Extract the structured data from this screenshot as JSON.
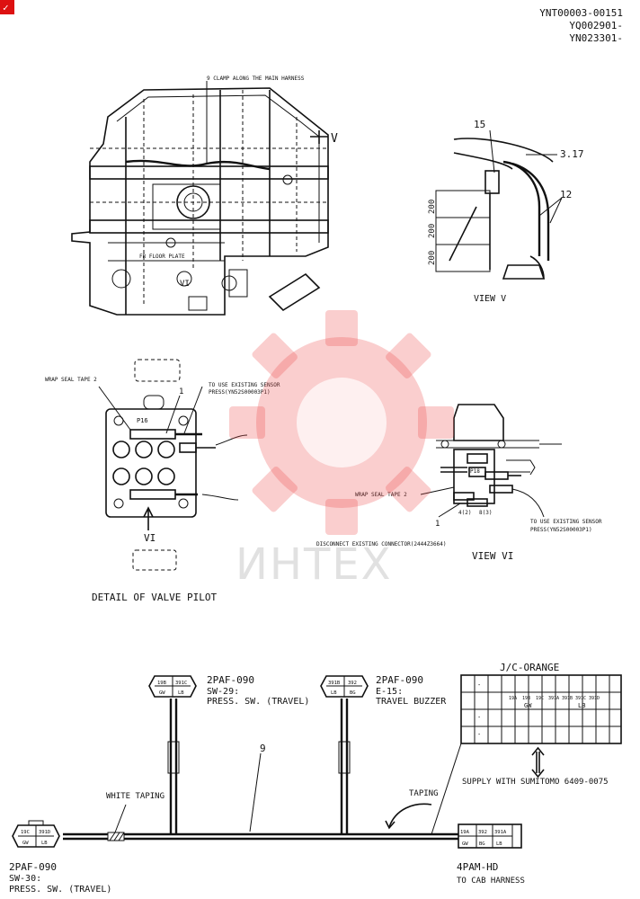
{
  "corner": {
    "mark": "✓"
  },
  "doc_ids": [
    "YNT00003-00151",
    "YQ002901-",
    "YN023301-"
  ],
  "top_view": {
    "callout_9": "9 CLAMP ALONG THE MAIN HARNESS",
    "v_marker": "V",
    "floor_plate": "FR FLOOR PLATE",
    "small_label": "VI"
  },
  "view_v": {
    "title": "VIEW V",
    "label_15": "15",
    "label_3_17": "3.17",
    "label_12": "12",
    "dims": [
      "200",
      "200",
      "200"
    ]
  },
  "valve_pilot": {
    "title": "DETAIL OF VALVE PILOT",
    "wrap_seal": "WRAP SEAL TAPE 2",
    "callout_1": "1",
    "to_use_1": "TO USE EXISTING SENSOR",
    "to_use_2": "PRESS(YN52S00003P1)",
    "p16": "P16",
    "arrow_label": "VI"
  },
  "view_vi": {
    "title": "VIEW VI",
    "wrap_seal": "WRAP SEAL TAPE 2",
    "callout_1": "1",
    "disconnect": "DISCONNECT EXISTING CONNECTOR(2444Z3664)",
    "to_use_1": "TO USE EXISTING SENSOR",
    "to_use_2": "PRESS(YN52S00003P1)",
    "p18": "P18",
    "c1": "4(2)",
    "c2": "8(3)"
  },
  "harness": {
    "sw29": {
      "part": "2PAF-090",
      "id": "SW-29:",
      "desc": "PRESS. SW. (TRAVEL)",
      "pins": [
        "19B",
        "391C"
      ],
      "colors": [
        "GW",
        "LB"
      ]
    },
    "e15": {
      "part": "2PAF-090",
      "id": "E-15:",
      "desc": "TRAVEL BUZZER",
      "pins": [
        "391B",
        "392"
      ],
      "colors": [
        "LB",
        "BG"
      ]
    },
    "sw30": {
      "part": "2PAF-090",
      "id": "SW-30:",
      "desc": "PRESS. SW. (TRAVEL)",
      "pins": [
        "19C",
        "391D"
      ],
      "colors": [
        "GW",
        "LB"
      ]
    },
    "cab": {
      "part": "4PAM-HD",
      "desc": "TO CAB HARNESS",
      "pins": [
        "19A",
        "392",
        "391A"
      ],
      "colors": [
        "GW",
        "BG",
        "LB"
      ]
    },
    "jc": {
      "title": "J/C-ORANGE",
      "supply": "SUPPLY WITH SUMITOMO 6409-0075",
      "pins": [
        "19A",
        "19B",
        "19C",
        "391A",
        "391B",
        "391C",
        "391D"
      ],
      "colors": [
        "GW",
        "LB"
      ]
    },
    "label_9": "9",
    "white_taping": "WHITE TAPING",
    "taping": "TAPING"
  },
  "watermark": {
    "text": "ИНТЕХ"
  }
}
